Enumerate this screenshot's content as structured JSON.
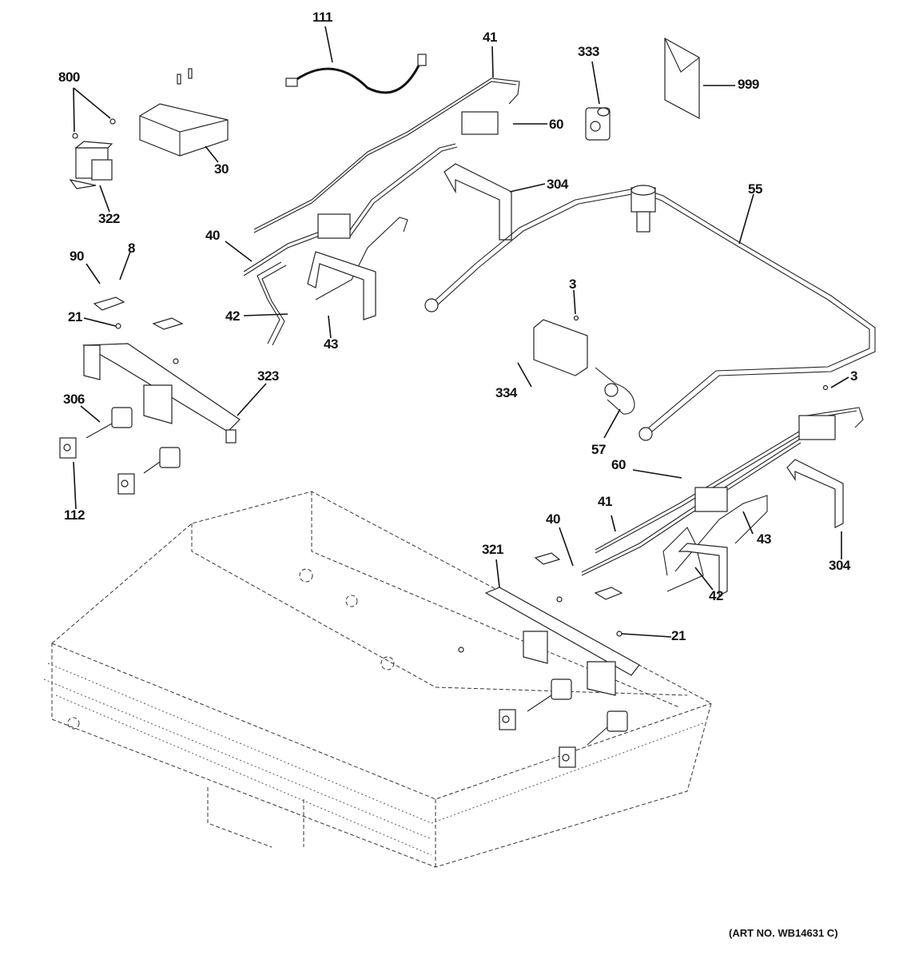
{
  "diagram": {
    "type": "exploded-parts-diagram",
    "art_number": "(ART NO. WB14631 C)",
    "callouts": [
      {
        "id": "c111",
        "label": "111",
        "part": "wire-harness"
      },
      {
        "id": "c41a",
        "label": "41",
        "part": "gas-tube"
      },
      {
        "id": "c333",
        "label": "333",
        "part": "pressure-regulator"
      },
      {
        "id": "c999",
        "label": "999",
        "part": "literature-envelope"
      },
      {
        "id": "c800",
        "label": "800",
        "part": "screws"
      },
      {
        "id": "c30",
        "label": "30",
        "part": "spark-module"
      },
      {
        "id": "c322",
        "label": "322",
        "part": "transformer"
      },
      {
        "id": "c60a",
        "label": "60",
        "part": "valve"
      },
      {
        "id": "c304a",
        "label": "304",
        "part": "bracket"
      },
      {
        "id": "c55",
        "label": "55",
        "part": "manifold-tube"
      },
      {
        "id": "c40a",
        "label": "40",
        "part": "gas-tube"
      },
      {
        "id": "c90",
        "label": "90",
        "part": "switch-bracket"
      },
      {
        "id": "c8",
        "label": "8",
        "part": "screw"
      },
      {
        "id": "c42a",
        "label": "42",
        "part": "gas-tube"
      },
      {
        "id": "c43a",
        "label": "43",
        "part": "gas-tube"
      },
      {
        "id": "c3a",
        "label": "3",
        "part": "screw"
      },
      {
        "id": "c21a",
        "label": "21",
        "part": "screw"
      },
      {
        "id": "c323",
        "label": "323",
        "part": "manifold-left"
      },
      {
        "id": "c334",
        "label": "334",
        "part": "igniter-switch"
      },
      {
        "id": "c306",
        "label": "306",
        "part": "burner-valve"
      },
      {
        "id": "c3b",
        "label": "3",
        "part": "screw"
      },
      {
        "id": "c57",
        "label": "57",
        "part": "tube-assembly"
      },
      {
        "id": "c112",
        "label": "112",
        "part": "switch"
      },
      {
        "id": "c60b",
        "label": "60",
        "part": "valve"
      },
      {
        "id": "c41b",
        "label": "41",
        "part": "gas-tube"
      },
      {
        "id": "c40b",
        "label": "40",
        "part": "gas-tube"
      },
      {
        "id": "c43b",
        "label": "43",
        "part": "gas-tube"
      },
      {
        "id": "c321",
        "label": "321",
        "part": "manifold-right"
      },
      {
        "id": "c304b",
        "label": "304",
        "part": "bracket"
      },
      {
        "id": "c42b",
        "label": "42",
        "part": "gas-tube"
      },
      {
        "id": "c21b",
        "label": "21",
        "part": "screw"
      }
    ]
  }
}
